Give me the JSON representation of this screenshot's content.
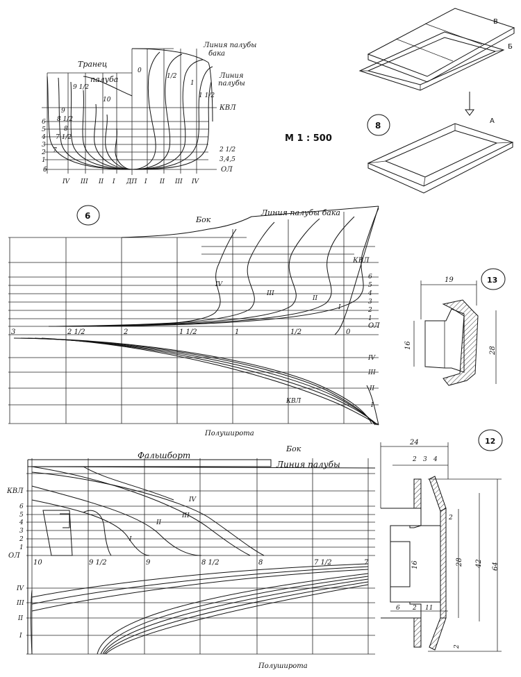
{
  "scale_label": "М 1 : 500",
  "fig8": {
    "num": "8",
    "label_v": "В",
    "label_b": "Б",
    "label_a": "А"
  },
  "body_plan": {
    "tranets": "Транец",
    "paluba": "палуба",
    "liniya_paluby_baka": [
      "Линия палубы",
      "бака"
    ],
    "liniya_paluby": [
      "Линия",
      "палубы"
    ],
    "kvl": "КВЛ",
    "ol": "ОЛ",
    "dp": "ДП",
    "waterlines": [
      "6",
      "5",
      "4",
      "3",
      "2",
      "1",
      "б"
    ],
    "stations": [
      "0",
      "1/2",
      "1",
      "1 1/2",
      "10",
      "9 1/2",
      "9",
      "8 1/2",
      "8",
      "7 1/2",
      "7"
    ],
    "buttocks": [
      "IV",
      "III",
      "II",
      "I",
      "ДП",
      "I",
      "II",
      "III",
      "IV"
    ],
    "right_marks": [
      "2 1/2",
      "3,4,5"
    ]
  },
  "fig6": {
    "num": "6",
    "bok": "Бок",
    "liniya_paluby_baka": "Линия палубы бака",
    "kvl": "КВЛ",
    "ol": "ОЛ",
    "waterlines": [
      "6",
      "5",
      "4",
      "3",
      "2",
      "1"
    ],
    "stations": [
      "3",
      "2 1/2",
      "2",
      "1 1/2",
      "1",
      "1/2",
      "0"
    ],
    "buttocks": [
      "IV",
      "III",
      "II",
      "I"
    ],
    "half_breadth": "Полуширота",
    "kvl_small": "КВЛ"
  },
  "fig13": {
    "num": "13",
    "d19": "19",
    "d16": "16",
    "d28": "28"
  },
  "fig_aft": {
    "falshbort": "Фальшборт",
    "bok": "Бок",
    "liniya_paluby": "Линия палубы",
    "kvl": "КВЛ",
    "ol": "ОЛ",
    "waterlines": [
      "6",
      "5",
      "4",
      "3",
      "2",
      "1"
    ],
    "stations": [
      "10",
      "9 1/2",
      "9",
      "8 1/2",
      "8",
      "7 1/2",
      "7"
    ],
    "buttocks": [
      "IV",
      "III",
      "II",
      "I"
    ],
    "half_breadth": "Полуширота"
  },
  "fig12": {
    "num": "12",
    "d24": "24",
    "d2a": "2",
    "d3": "3",
    "d4": "4",
    "d2b": "2",
    "d16": "16",
    "d28": "28",
    "d42": "42",
    "d64": "64",
    "d6": "6",
    "d2c": "2",
    "d11": "11",
    "d2d": "2"
  }
}
